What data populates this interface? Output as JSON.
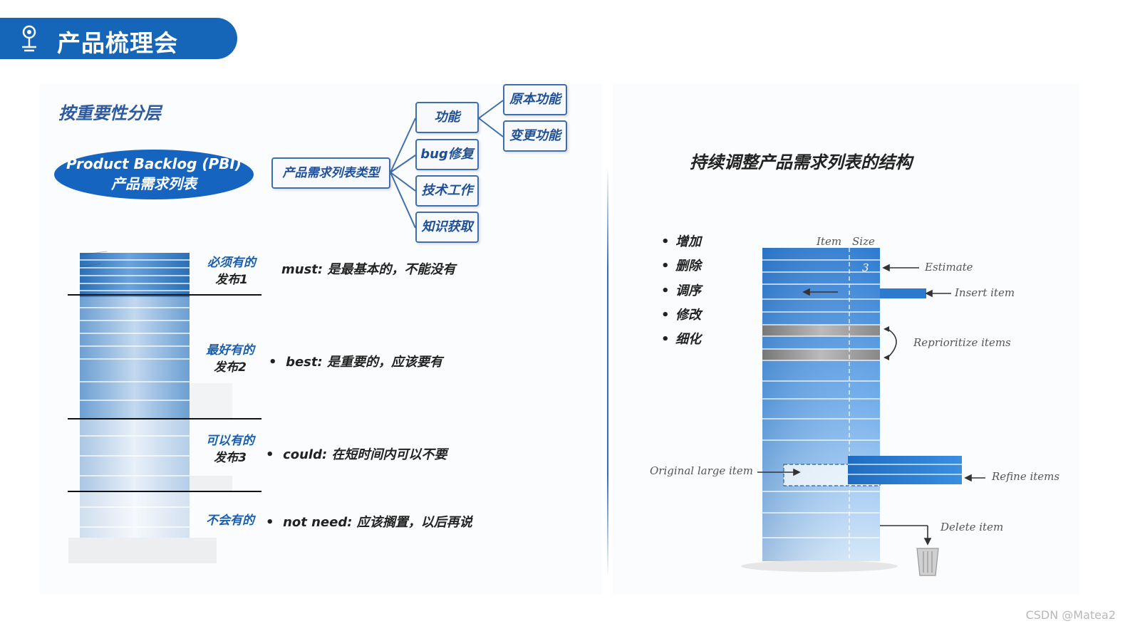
{
  "header": {
    "title": "产品梳理会",
    "icon": "location-pin-icon"
  },
  "left": {
    "section_title": "按重要性分层",
    "pbi_label_en": "Product Backlog (PBI)",
    "pbi_label_cn": "产品需求列表",
    "tree": {
      "root": "产品需求列表类型",
      "children": [
        "功能",
        "bug修复",
        "技术工作",
        "知识获取"
      ],
      "function_children": [
        "原本功能",
        "变更功能"
      ]
    },
    "layers": [
      {
        "name": "必须有的",
        "release": "发布1",
        "bullet": "",
        "desc": "must: 是最基本的，不能没有"
      },
      {
        "name": "最好有的",
        "release": "发布2",
        "bullet": "•",
        "desc": "best: 是重要的，应该要有"
      },
      {
        "name": "可以有的",
        "release": "发布3",
        "bullet": "•",
        "desc": "could: 在短时间内可以不要"
      },
      {
        "name": "不会有的",
        "release": "",
        "bullet": "•",
        "desc": "not need: 应该搁置，以后再说"
      }
    ]
  },
  "right": {
    "title": "持续调整产品需求列表的结构",
    "operations": [
      "增加",
      "删除",
      "调序",
      "修改",
      "细化"
    ],
    "bullet": "•",
    "column_item": "Item",
    "column_size": "Size",
    "size_value": "3",
    "annotations": {
      "estimate": "Estimate",
      "insert": "Insert item",
      "reprioritize": "Reprioritize items",
      "original": "Original large item",
      "refine": "Refine items",
      "delete": "Delete item"
    }
  },
  "colors": {
    "brand": "#1565b8",
    "accent_blue": "#1a5fad",
    "block_blue": "#2f7fd2",
    "gray_block": "#8a8a8a"
  },
  "watermark": "CSDN @Matea2"
}
